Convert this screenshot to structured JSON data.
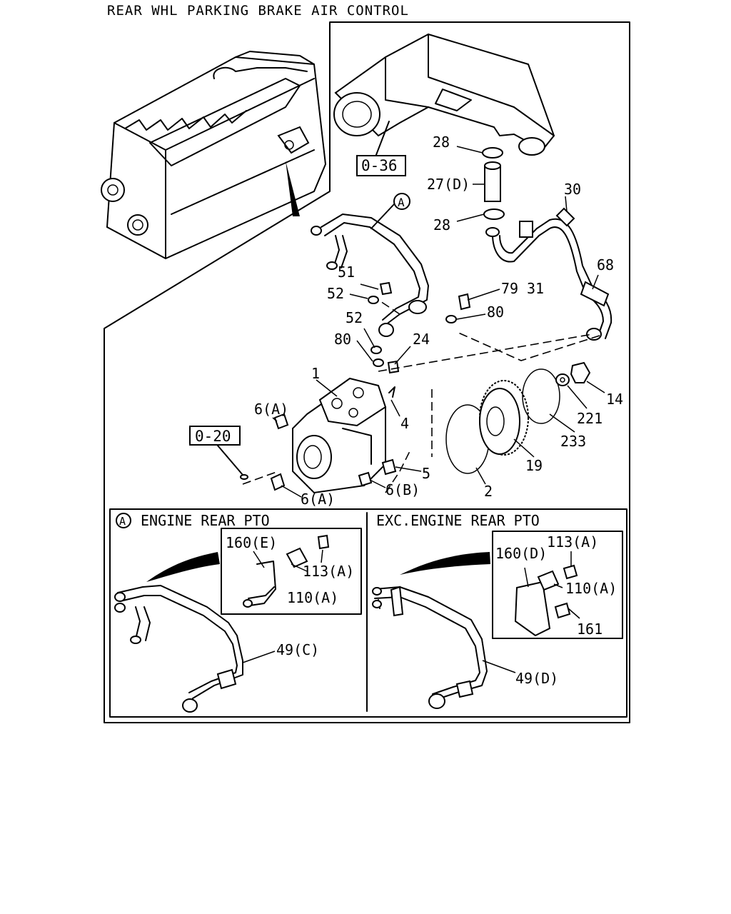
{
  "title": "REAR WHL PARKING BRAKE AIR CONTROL",
  "ref_boxes": {
    "r036": "0-36",
    "r020": "0-20"
  },
  "callout_letter": "A",
  "labels": {
    "p28a": "28",
    "p27d": "27(D)",
    "p28b": "28",
    "p30": "30",
    "p68": "68",
    "p79": "79",
    "p31": "31",
    "p80a": "80",
    "p51": "51",
    "p52a": "52",
    "p52b": "52",
    "p80b": "80",
    "p24": "24",
    "p1": "1",
    "p6a1": "6(A)",
    "p4": "4",
    "p14": "14",
    "p221": "221",
    "p233": "233",
    "p19": "19",
    "p5": "5",
    "p6b": "6(B)",
    "p6a2": "6(A)",
    "p2": "2"
  },
  "panel_a": {
    "heading": "ENGINE REAR PTO",
    "labels": {
      "p160e": "160(E)",
      "p113a": "113(A)",
      "p110a": "110(A)",
      "p49c": "49(C)"
    }
  },
  "panel_b": {
    "heading": "EXC.ENGINE REAR PTO",
    "labels": {
      "p160d": "160(D)",
      "p113a": "113(A)",
      "p110a": "110(A)",
      "p161": "161",
      "p49d": "49(D)"
    }
  }
}
